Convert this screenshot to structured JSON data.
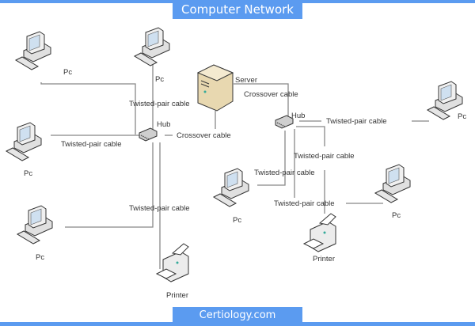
{
  "header": {
    "title": "Computer Network"
  },
  "footer": {
    "site": "Certiology.com"
  },
  "colors": {
    "accent": "#5b9bf0",
    "cable": "#888888",
    "server": "#e8d8b0"
  },
  "nodes": {
    "pc_top_left": "Pc",
    "pc_top_center": "Pc",
    "pc_mid_left": "Pc",
    "pc_bottom_left": "Pc",
    "hub_left": "Hub",
    "printer_left": "Printer",
    "server": "Server",
    "hub_right": "Hub",
    "pc_right_top": "Pc",
    "pc_right_mid": "Pc",
    "pc_right_bottom": "Pc",
    "printer_right": "Printer"
  },
  "cables": {
    "tp_top": "Twisted-pair cable",
    "tp_left": "Twisted-pair cable",
    "tp_bottom_left": "Twisted-pair cable",
    "crossover_left": "Crossover cable",
    "crossover_right": "Crossover cable",
    "tp_right_top": "Twisted-pair cable",
    "tp_right_mid": "Twisted-pair cable",
    "tp_right_pc": "Twisted-pair cable",
    "tp_right_bottom": "Twisted-pair cable"
  }
}
